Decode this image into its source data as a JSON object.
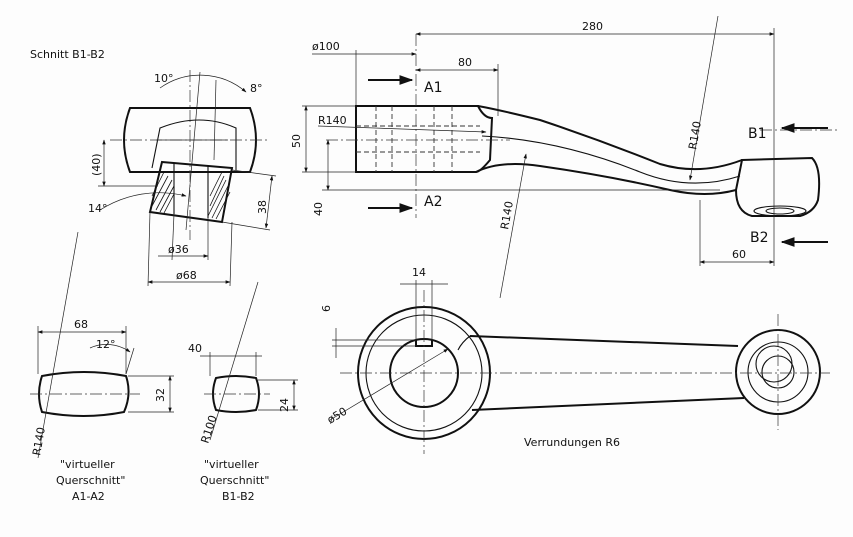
{
  "labels": {
    "section_b1_b2": "Schnitt B1-B2",
    "rounding_note": "Verrundungen R6",
    "section_a1_a2_caption": [
      "\"virtueller",
      "Querschnitt\"",
      "A1-A2"
    ],
    "section_b1_b2_caption": [
      "\"virtueller",
      "Querschnitt\"",
      "B1-B2"
    ]
  },
  "cut_markers": {
    "a1": "A1",
    "a2": "A2",
    "b1": "B1",
    "b2": "B2"
  },
  "dimensions": {
    "section_view": {
      "angle_10": "10°",
      "angle_8": "8°",
      "angle_14": "14°",
      "height_40_ref": "(40)",
      "height_38": "38",
      "dia_36": "ø36",
      "dia_68": "ø68"
    },
    "side_view": {
      "dia_100": "ø100",
      "len_280": "280",
      "len_80": "80",
      "radius_140_top": "R140",
      "height_50": "50",
      "height_40": "40",
      "radius_140_mid": "R140",
      "radius_140_right": "R140",
      "len_60": "60"
    },
    "top_view": {
      "width_14": "14",
      "depth_6": "6",
      "dia_50": "ø50"
    },
    "cross_section_a": {
      "width_68": "68",
      "angle_12": "12°",
      "height_32": "32",
      "radius_140": "R140"
    },
    "cross_section_b": {
      "width_40": "40",
      "height_24": "24",
      "radius_100": "R100"
    }
  }
}
